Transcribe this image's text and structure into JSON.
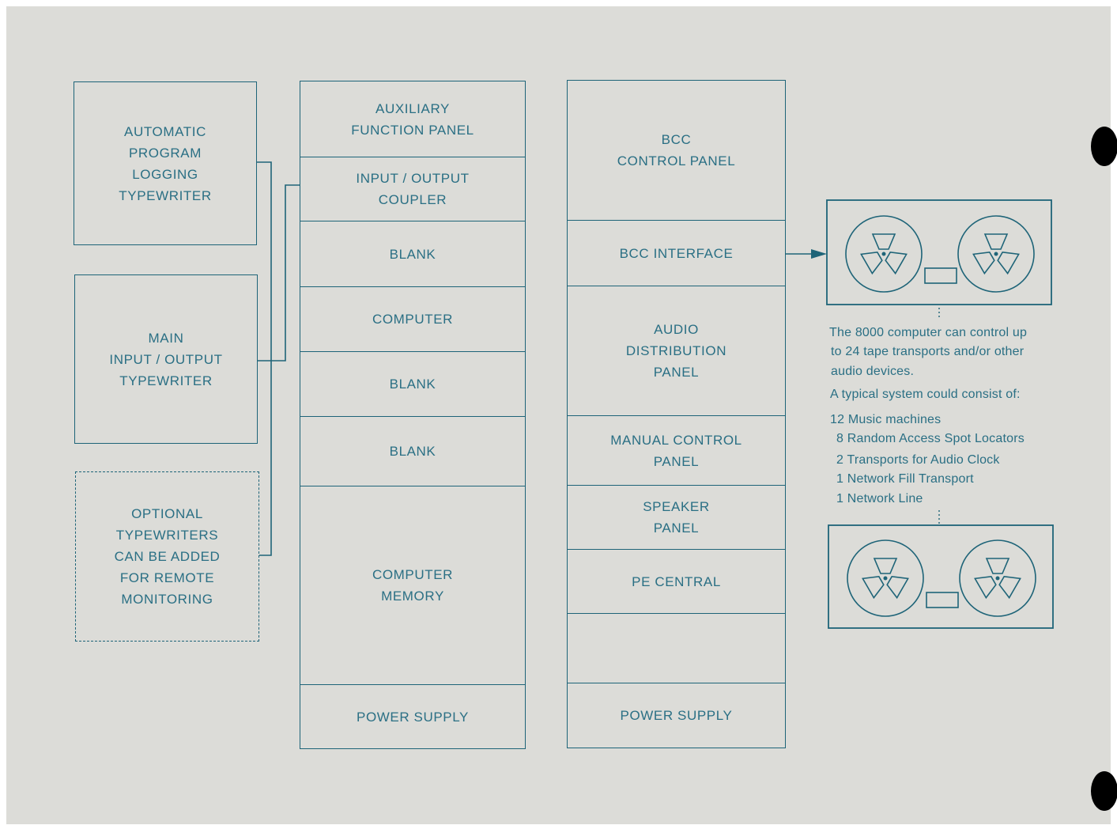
{
  "colors": {
    "paper": "#dcdcd8",
    "ink": "#1e6478",
    "text": "#2a6f84"
  },
  "typewriters": {
    "automatic_logging": "AUTOMATIC\nPROGRAM\nLOGGING\nTYPEWRITER",
    "main_io": "MAIN\nINPUT / OUTPUT\nTYPEWRITER",
    "optional": "OPTIONAL\nTYPEWRITERS\nCAN BE ADDED\nFOR REMOTE\nMONITORING"
  },
  "rack1": [
    "AUXILIARY\nFUNCTION PANEL",
    "INPUT / OUTPUT\nCOUPLER",
    "BLANK",
    "COMPUTER",
    "BLANK",
    "BLANK",
    "COMPUTER\nMEMORY",
    "POWER SUPPLY"
  ],
  "rack2": [
    "BCC\nCONTROL PANEL",
    "BCC INTERFACE",
    "AUDIO\nDISTRIBUTION\nPANEL",
    "MANUAL CONTROL\nPANEL",
    "SPEAKER\nPANEL",
    "PE CENTRAL",
    "",
    "POWER SUPPLY"
  ],
  "notes": {
    "intro_line1": "The 8000 computer can control up",
    "intro_line2": "to 24 tape transports and/or other",
    "intro_line3": "audio devices.",
    "typical": "A typical system could consist of:",
    "items": [
      "12  Music machines",
      "8  Random Access Spot Locators",
      "2  Transports for Audio Clock",
      "1  Network Fill Transport",
      "1  Network Line"
    ]
  },
  "icons": [
    "tape-transport-icon",
    "tape-transport-icon"
  ]
}
